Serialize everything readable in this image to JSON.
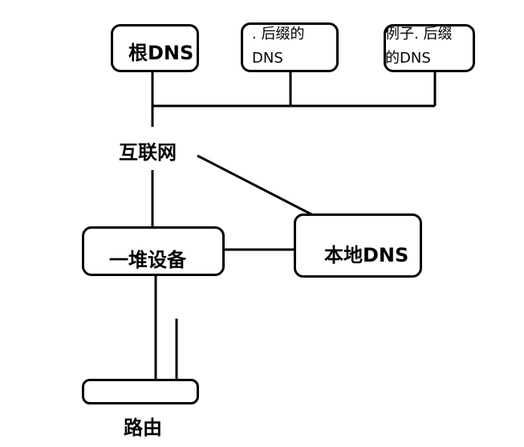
{
  "nodes": {
    "root_dns": "根DNS",
    "suffix_dns_line1": ". 后缀的",
    "suffix_dns_line2": "DNS",
    "example_dns_line1": "例子. 后缀",
    "example_dns_line2": "的DNS",
    "internet": "互联网",
    "devices": "一堆设备",
    "local_dns": "本地DNS",
    "router": "路由"
  },
  "colors": {
    "stroke": "#000000",
    "background": "#ffffff"
  }
}
